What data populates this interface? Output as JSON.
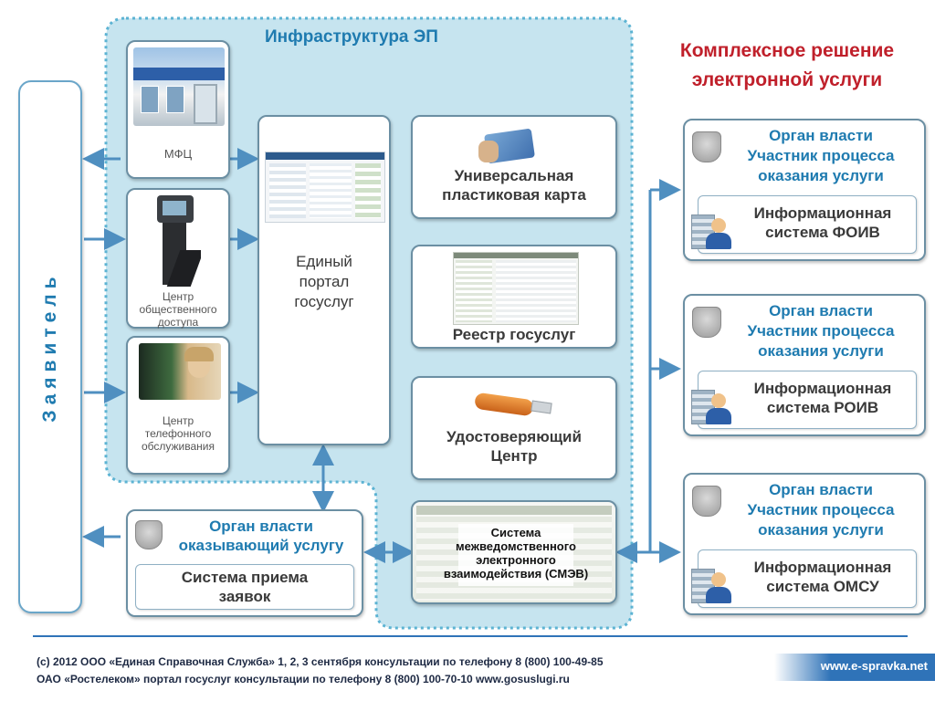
{
  "infrastructure": {
    "title": "Инфраструктура ЭП"
  },
  "main_title": {
    "line1": "Комплексное решение",
    "line2": "электронной услуги"
  },
  "applicant": {
    "label": "Заявитель"
  },
  "access_points": {
    "mfc": "МФЦ",
    "public_access": [
      "Центр",
      "общественного",
      "доступа"
    ],
    "phone_center": [
      "Центр",
      "телефонного",
      "обслуживания"
    ]
  },
  "portal": {
    "lines": [
      "Единый",
      "портал",
      "госуслуг"
    ]
  },
  "services": {
    "card": [
      "Универсальная",
      "пластиковая карта"
    ],
    "registry": "Реестр госуслуг",
    "certification": [
      "Удостоверяющий",
      "Центр"
    ]
  },
  "smev": {
    "lines": [
      "Система",
      "межведомственного",
      "электронного",
      "взаимодействия (СМЭВ)"
    ]
  },
  "providing_authority": {
    "title": [
      "Орган власти",
      "оказывающий услугу"
    ],
    "system": [
      "Система приема",
      "заявок"
    ]
  },
  "authorities": [
    {
      "title": [
        "Орган власти",
        "Участник процесса",
        "оказания услуги"
      ],
      "system": [
        "Информационная",
        "система ФОИВ"
      ]
    },
    {
      "title": [
        "Орган власти",
        "Участник процесса",
        "оказания услуги"
      ],
      "system": [
        "Информационная",
        "система РОИВ"
      ]
    },
    {
      "title": [
        "Орган власти",
        "Участник процесса",
        "оказания услуги"
      ],
      "system": [
        "Информационная",
        "система ОМСУ"
      ]
    }
  ],
  "footer": {
    "line1": "(c) 2012 ООО «Единая Справочная Служба»  1, 2, 3 сентября консультации по телефону 8 (800) 100-49-85",
    "line2": "ОАО «Ростелеком» портал госуслуг консультации по телефону 8 (800) 100-70-10 www.gosuslugi.ru",
    "site": "www.e-spravka.net"
  },
  "colors": {
    "accent": "#1f7bb0",
    "arrow": "#4f8fc0",
    "infra_bg": "#c6e4ef",
    "footer_bar": "#2f73b8"
  }
}
